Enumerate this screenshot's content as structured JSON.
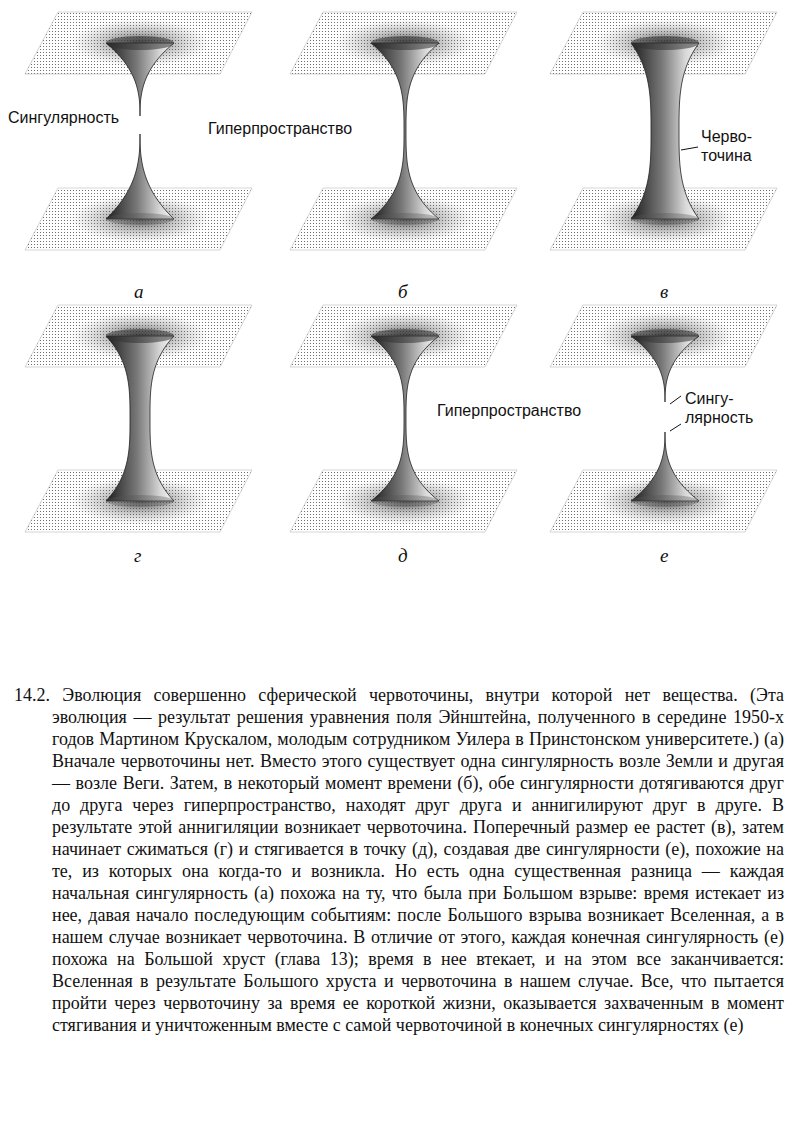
{
  "diagram": {
    "caption": "14.2. Эволюция совершенно сферической червоточины, внутри которой нет вещества. (Эта эволюция — результат решения уравнения поля Эйнштейна, полученного в середине 1950-х годов Мартином Крускалом, молодым сотрудником Уилера в Принстонском университете.) (а) Вначале червоточины нет. Вместо этого существует одна сингулярность возле Земли и другая — возле Веги. Затем, в некоторый момент времени (б), обе сингулярности дотягиваются друг до друга через гиперпространство, находят друг друга и аннигилируют друг в друге. В результате этой аннигиляции возникает червоточина. Поперечный размер ее растет (в), затем начинает сжиматься (г) и стягивается в точку (д), создавая две сингулярности (е), похожие на те, из которых она когда-то и возникла. Но есть одна существенная разница — каждая начальная сингулярность (а) похожа на ту, что была при Большом взрыве: время истекает из нее, давая начало последующим событиям: после Большого взрыва возникает Вселенная, а в нашем случае возникает червоточина. В отличие от этого, каждая конечная сингулярность (е) похожа на Большой хруст (глава 13); время в нее втекает, и на этом все заканчивается: Вселенная в результате Большого хруста и червоточина в нашем случае. Все, что пытается пройти через червоточину за время ее короткой жизни, оказывается захваченным в момент стягивания и уничтоженным вместе с самой червоточиной в конечных сингулярностях (е)",
    "labels": [
      "Сингулярность",
      "Гиперпространство",
      "Черво- точина",
      "а",
      "б",
      "в",
      "г",
      "д",
      "е",
      "Гиперпространство",
      "Сингу- лярность"
    ]
  }
}
